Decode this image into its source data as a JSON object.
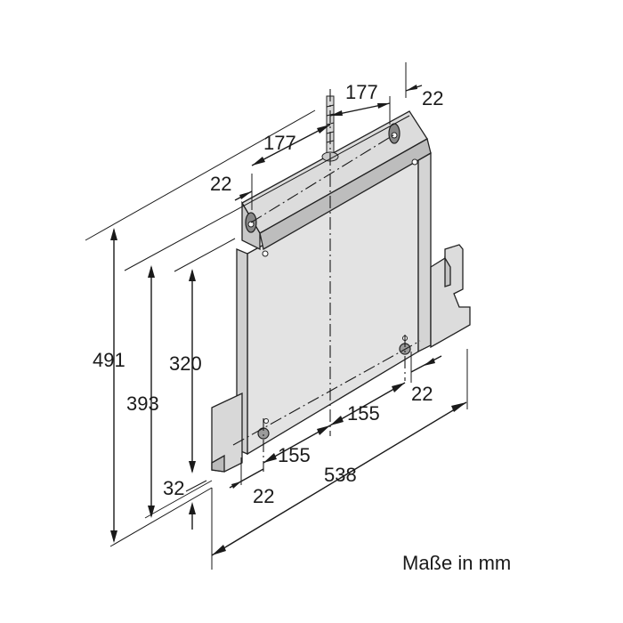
{
  "dimensions": {
    "height_total": "491",
    "height_lower": "393",
    "hole_height": "320",
    "bottom_offset": "32",
    "width_total": "538",
    "hole_spacing_left": "155",
    "hole_spacing_right": "155",
    "edge_left_bottom": "22",
    "edge_right_bottom": "22",
    "top_span_left": "177",
    "top_span_right": "177",
    "top_edge_left": "22",
    "top_edge_right": "22"
  },
  "caption": "Maße in mm"
}
